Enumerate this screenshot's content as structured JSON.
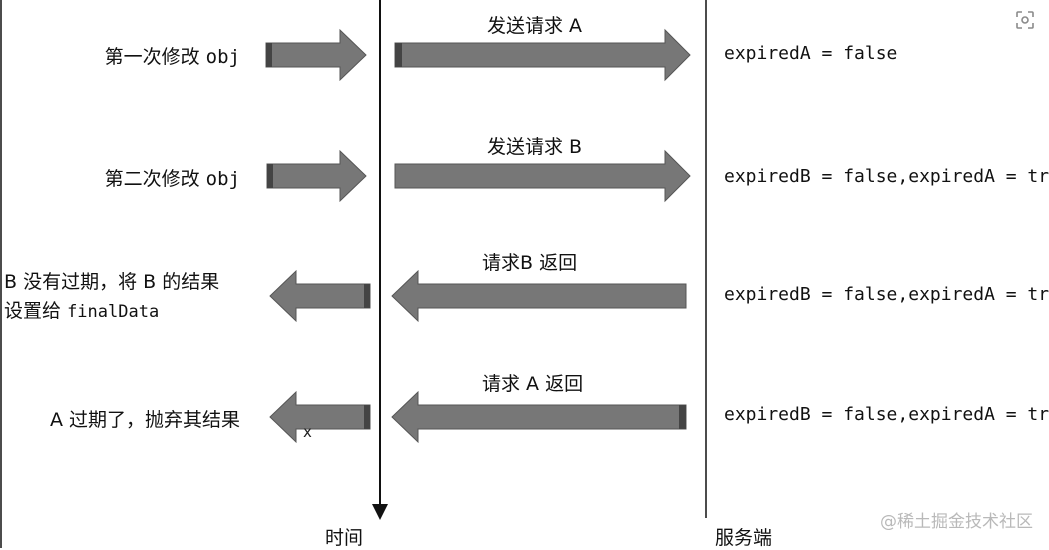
{
  "left_labels": {
    "row1": {
      "text": "第一次修改",
      "code": "obj"
    },
    "row2": {
      "text": "第二次修改",
      "code": "obj"
    },
    "row3_line1": "B 没有过期，将 B 的结果",
    "row3_line2": {
      "text": "设置给",
      "code": "finalData"
    },
    "row4": "A 过期了，抛弃其结果"
  },
  "request_labels": {
    "row1": "发送请求 A",
    "row2": "发送请求 B",
    "row3": "请求B 返回",
    "row4": "请求 A 返回"
  },
  "server_state": {
    "row1": "expiredA = false",
    "row2": "expiredB = false,expiredA = true",
    "row3": "expiredB = false,expiredA = true",
    "row4": "expiredB = false,expiredA = true"
  },
  "axis_labels": {
    "time": "时间",
    "server": "服务端"
  },
  "discard_mark": "x",
  "watermark": "@稀土掘金技术社区",
  "colors": {
    "arrow_fill": "#777777",
    "arrow_stroke": "#555555",
    "line": "#111111"
  },
  "icons": {
    "corner": "scan-icon"
  }
}
